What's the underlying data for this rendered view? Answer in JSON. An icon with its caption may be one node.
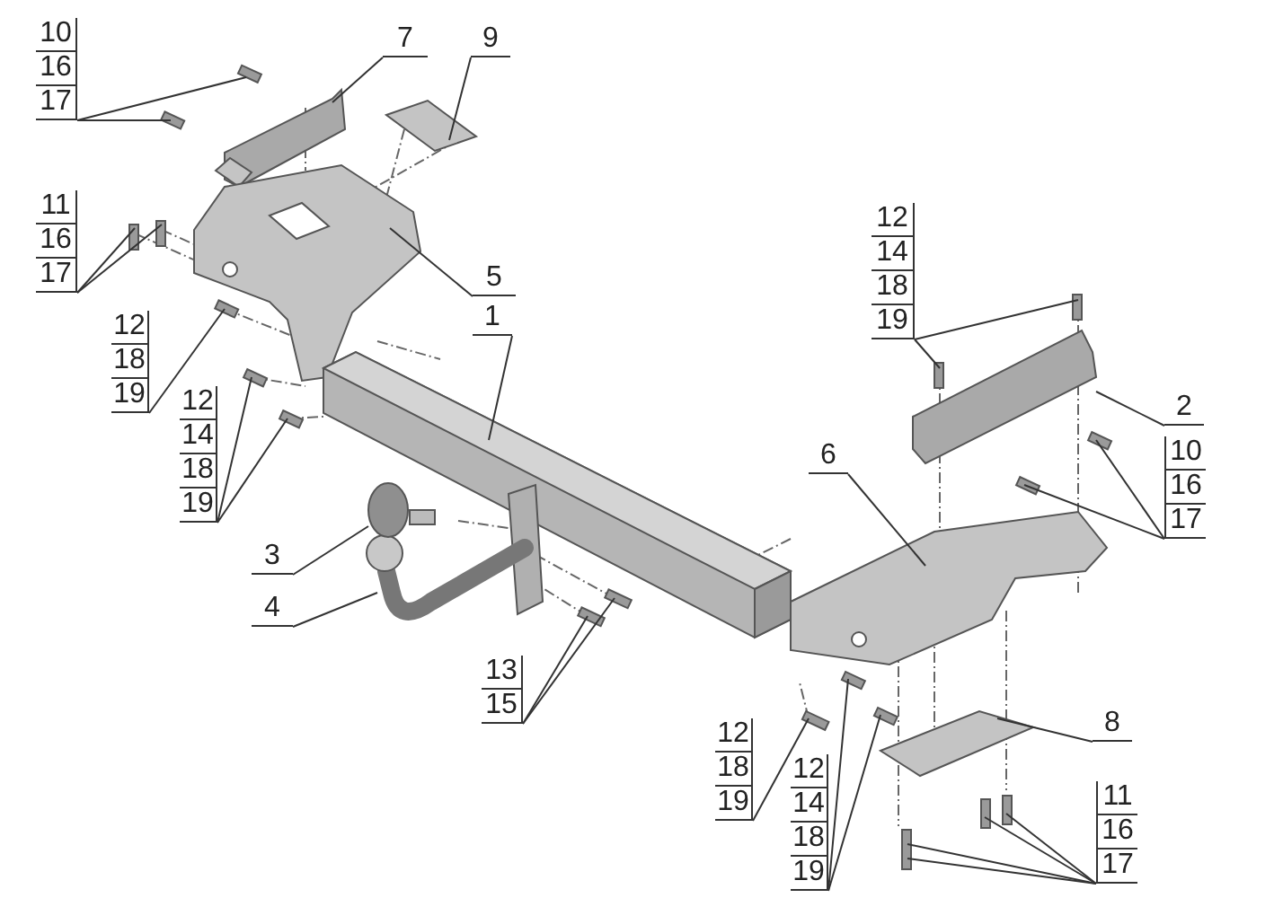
{
  "diagram": {
    "nodes": [
      {
        "text": [
          "10",
          "16",
          "17"
        ]
      },
      {
        "text": [
          "7"
        ]
      },
      {
        "text": [
          "9"
        ]
      },
      {
        "text": [
          "11",
          "16",
          "17"
        ]
      },
      {
        "text": [
          "12",
          "14",
          "18",
          "19"
        ]
      },
      {
        "text": [
          "5"
        ]
      },
      {
        "text": [
          "1"
        ]
      },
      {
        "text": [
          "12",
          "18",
          "19"
        ]
      },
      {
        "text": [
          "2"
        ]
      },
      {
        "text": [
          "12",
          "14",
          "18",
          "19"
        ]
      },
      {
        "text": [
          "10",
          "16",
          "17"
        ]
      },
      {
        "text": [
          "6"
        ]
      },
      {
        "text": [
          "3"
        ]
      },
      {
        "text": [
          "4"
        ]
      },
      {
        "text": [
          "13",
          "15"
        ]
      },
      {
        "text": [
          "12",
          "18",
          "19"
        ]
      },
      {
        "text": [
          "8"
        ]
      },
      {
        "text": [
          "12",
          "14",
          "18",
          "19"
        ]
      },
      {
        "text": [
          "11",
          "16",
          "17"
        ]
      }
    ],
    "edges": [
      {
        "from": 0,
        "to": null,
        "arrow": "none"
      },
      {
        "from": 0,
        "to": null,
        "arrow": "none"
      },
      {
        "from": 1,
        "to": null,
        "arrow": "none"
      },
      {
        "from": 2,
        "to": null,
        "arrow": "none"
      },
      {
        "from": 3,
        "to": null,
        "arrow": "none"
      },
      {
        "from": 3,
        "to": null,
        "arrow": "none"
      },
      {
        "from": 4,
        "to": null,
        "arrow": "none"
      },
      {
        "from": 4,
        "to": null,
        "arrow": "none"
      },
      {
        "from": 5,
        "to": null,
        "arrow": "none"
      },
      {
        "from": 6,
        "to": null,
        "arrow": "none"
      },
      {
        "from": 7,
        "to": null,
        "arrow": "none"
      },
      {
        "from": 8,
        "to": null,
        "arrow": "none"
      },
      {
        "from": 9,
        "to": null,
        "arrow": "none"
      },
      {
        "from": 9,
        "to": null,
        "arrow": "none"
      },
      {
        "from": 10,
        "to": null,
        "arrow": "none"
      },
      {
        "from": 10,
        "to": null,
        "arrow": "none"
      },
      {
        "from": 11,
        "to": null,
        "arrow": "none"
      },
      {
        "from": 12,
        "to": null,
        "arrow": "none"
      },
      {
        "from": 13,
        "to": null,
        "arrow": "none"
      },
      {
        "from": 14,
        "to": null,
        "arrow": "none"
      },
      {
        "from": 14,
        "to": null,
        "arrow": "none"
      },
      {
        "from": 15,
        "to": null,
        "arrow": "none"
      },
      {
        "from": 16,
        "to": null,
        "arrow": "none"
      },
      {
        "from": 17,
        "to": null,
        "arrow": "none"
      },
      {
        "from": 17,
        "to": null,
        "arrow": "none"
      },
      {
        "from": 18,
        "to": null,
        "arrow": "none"
      },
      {
        "from": 18,
        "to": null,
        "arrow": "none"
      },
      {
        "from": 18,
        "to": null,
        "arrow": "none"
      },
      {
        "from": 18,
        "to": null,
        "arrow": "none"
      }
    ]
  }
}
